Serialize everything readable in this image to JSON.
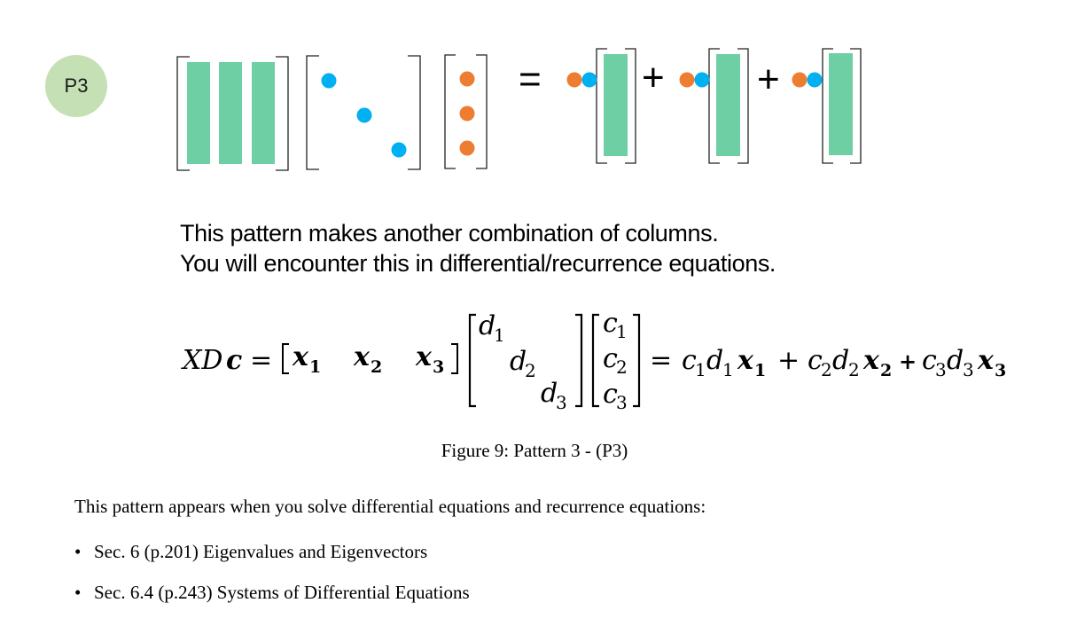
{
  "badge": {
    "label": "P3"
  },
  "colors": {
    "column": "#6fcfa4",
    "blue_dot": "#00b0f0",
    "orange_dot": "#ed7d31",
    "badge": "#c5e0b4"
  },
  "diagram": {
    "equals": "=",
    "plus": "+"
  },
  "caption_lines": [
    "This pattern makes another combination of  columns.",
    "You will encounter this in differential/recurrence equations."
  ],
  "equation": {
    "lhs_italic": "XD",
    "lhs_bold": "c",
    "equals": "=",
    "x1": "x",
    "x2": "x",
    "x3": "x",
    "sub1": "1",
    "sub2": "2",
    "sub3": "3",
    "d": "d",
    "c": "c",
    "plus": "+"
  },
  "figure_caption": "Figure 9: Pattern 3 - (P3)",
  "body_text": "This pattern appears when you solve differential equations and recurrence equations:",
  "bullets": [
    {
      "marker": "•",
      "text": "Sec. 6 (p.201) Eigenvalues and Eigenvectors"
    },
    {
      "marker": "•",
      "text": "Sec. 6.4 (p.243) Systems of Differential Equations"
    }
  ]
}
